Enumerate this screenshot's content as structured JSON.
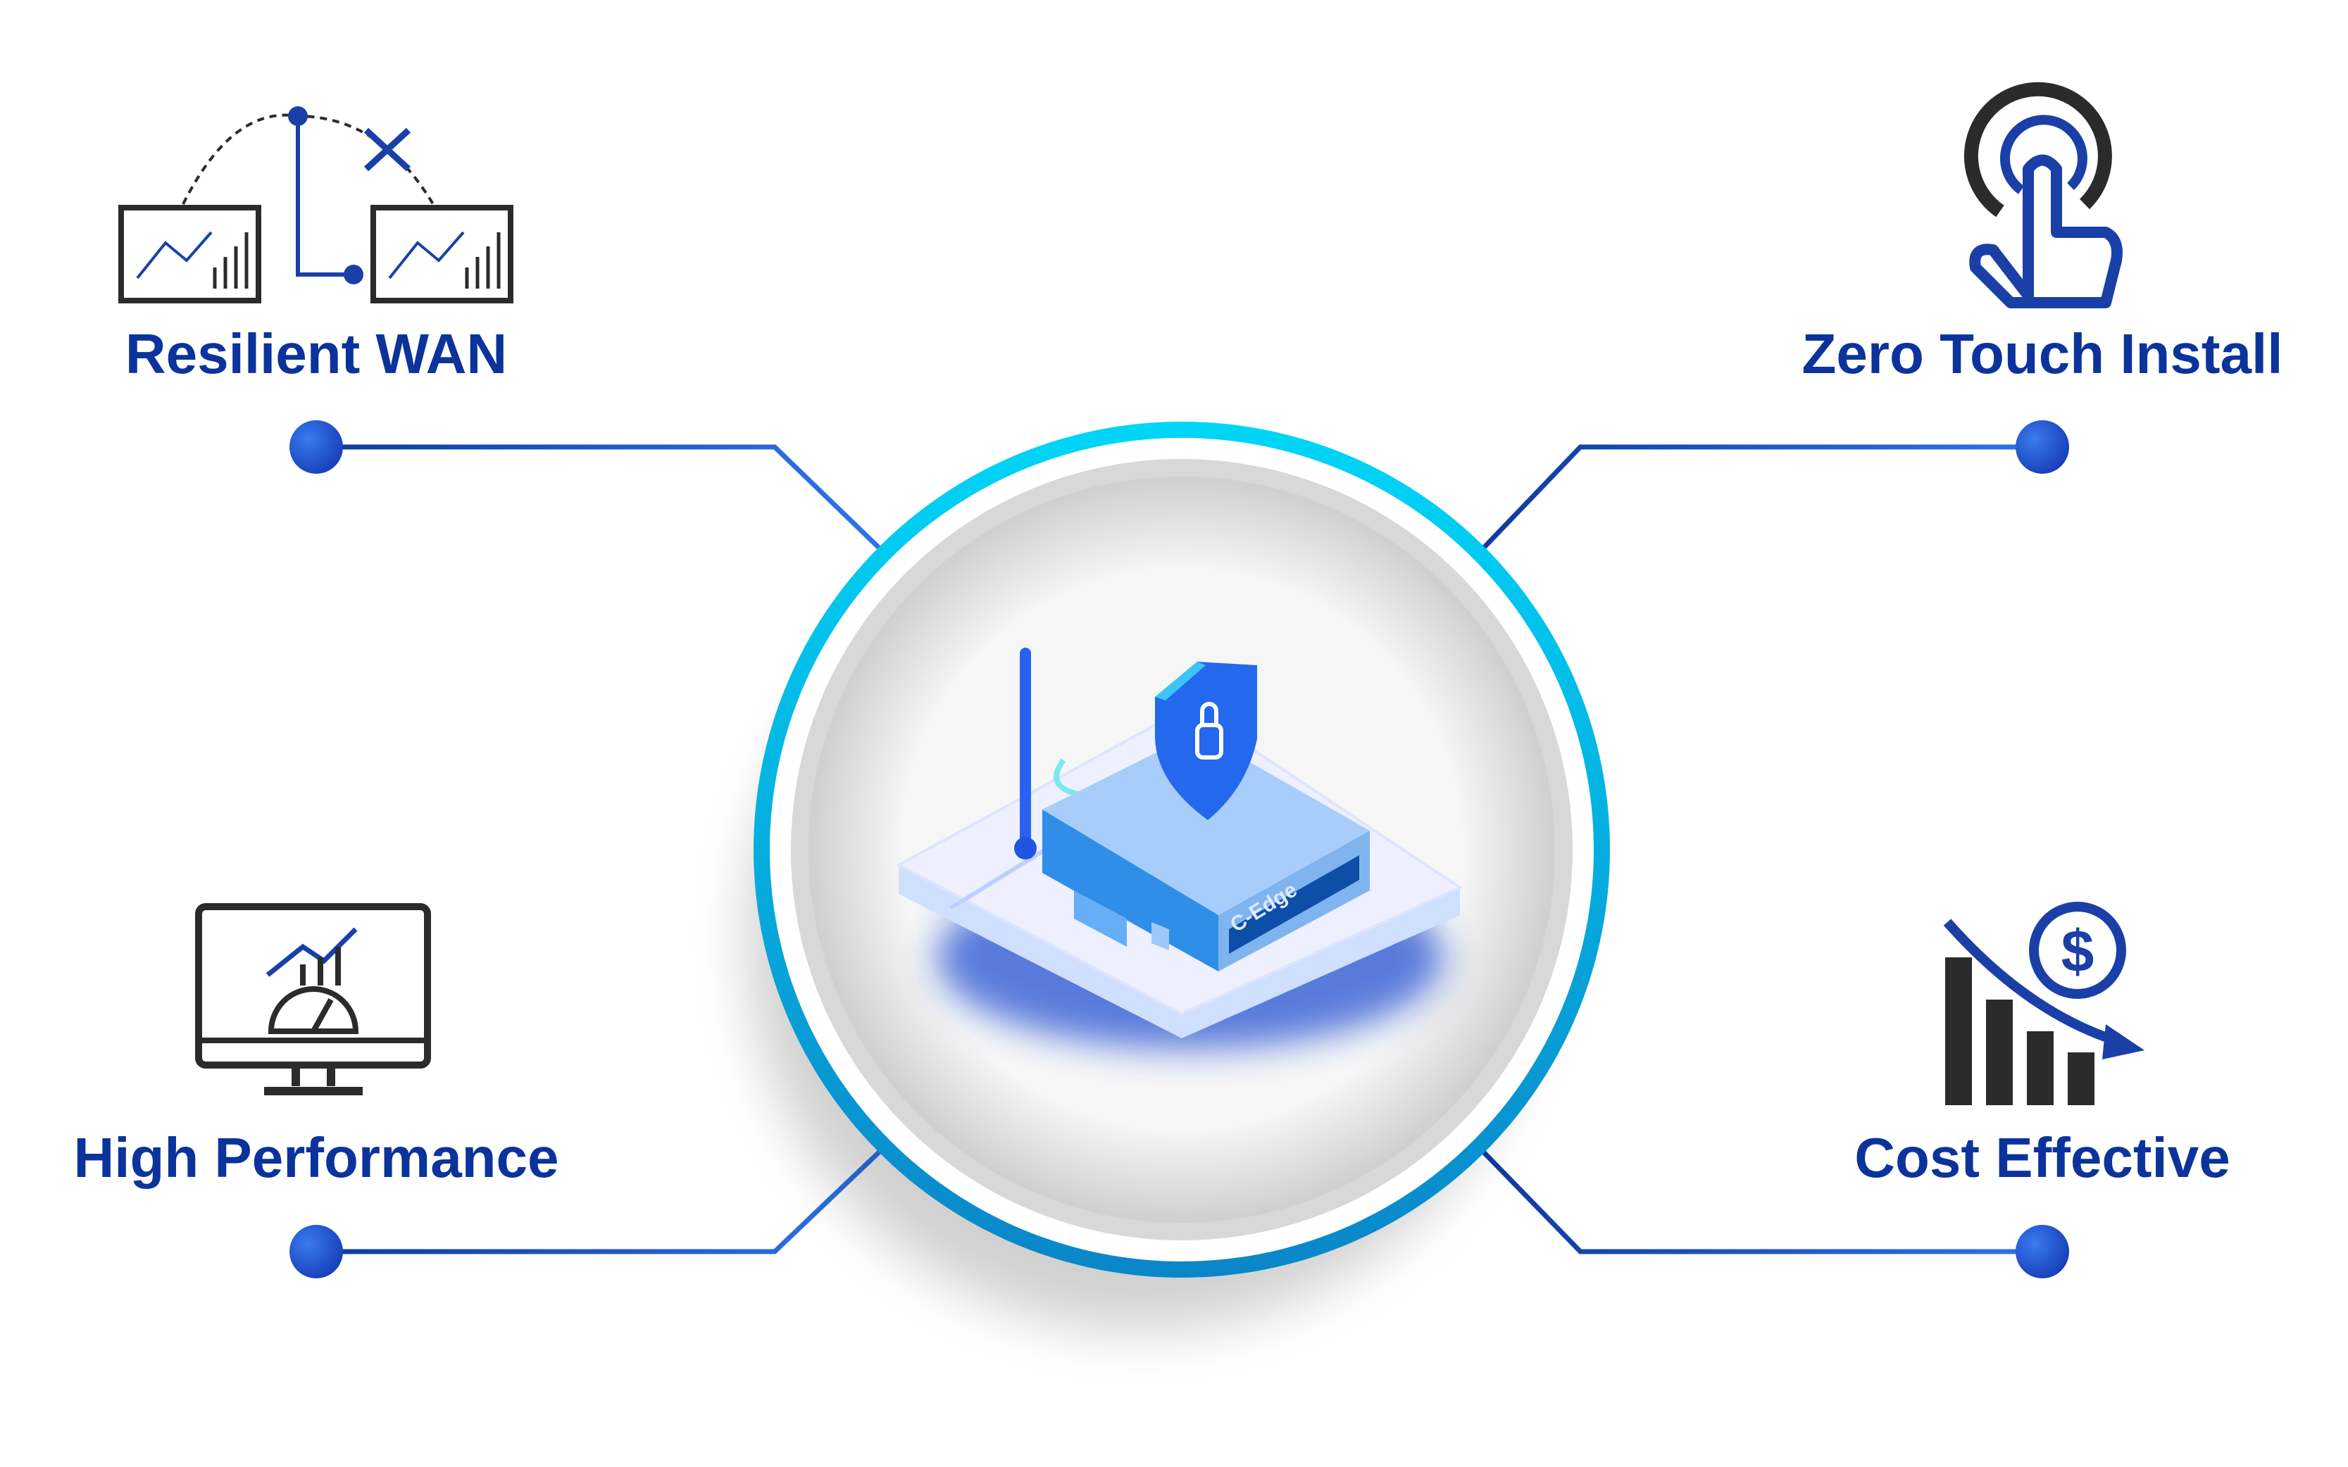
{
  "features": [
    {
      "label": "Resilient WAN",
      "icon": "network-failover-icon"
    },
    {
      "label": "Zero Touch Install",
      "icon": "touch-hand-icon"
    },
    {
      "label": "High Performance",
      "icon": "performance-monitor-icon"
    },
    {
      "label": "Cost Effective",
      "icon": "cost-reduction-chart-icon"
    }
  ],
  "device": {
    "brand_label": "C-Edge",
    "icon": "secure-router-icon"
  },
  "colors": {
    "text": "#0b339b",
    "ring": "#00c8f0",
    "line": "#1f5fd6",
    "dot": "#1f56d8",
    "icon_dark": "#2b2b2b"
  }
}
